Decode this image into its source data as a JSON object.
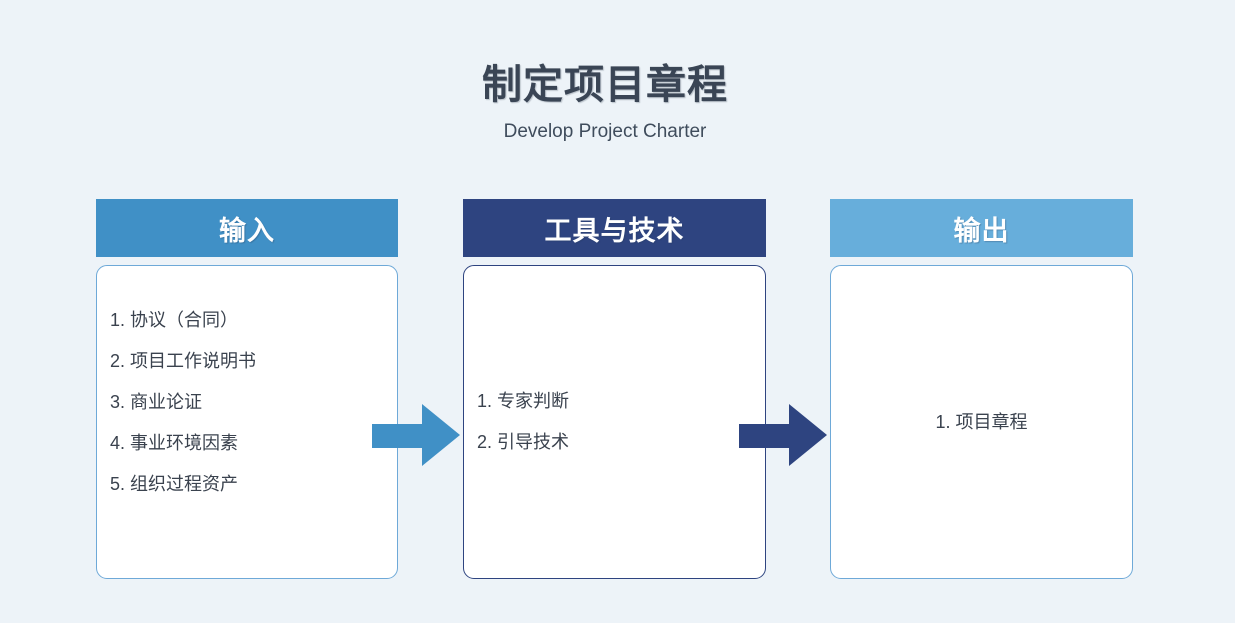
{
  "header": {
    "title": "制定项目章程",
    "subtitle": "Develop Project Charter"
  },
  "columns": [
    {
      "header": "输入",
      "items": [
        "1. 协议（合同）",
        "2. 项目工作说明书",
        "3. 商业论证",
        "4. 事业环境因素",
        "5. 组织过程资产"
      ]
    },
    {
      "header": "工具与技术",
      "items": [
        "1. 专家判断",
        "2. 引导技术"
      ]
    },
    {
      "header": "输出",
      "items": [
        "1. 项目章程"
      ]
    }
  ],
  "colors": {
    "background": "#EDF3F8",
    "title_text": "#3A4555",
    "input_header_bg": "#4090C6",
    "tools_header_bg": "#2E4480",
    "output_header_bg": "#67AEDB",
    "light_box_border": "#6EA9D8",
    "dark_box_border": "#2E4480",
    "arrow_input_to_tools": "#4090C6",
    "arrow_tools_to_output": "#2E4480",
    "header_text": "#FFFFFF",
    "item_text": "#3A424E"
  }
}
